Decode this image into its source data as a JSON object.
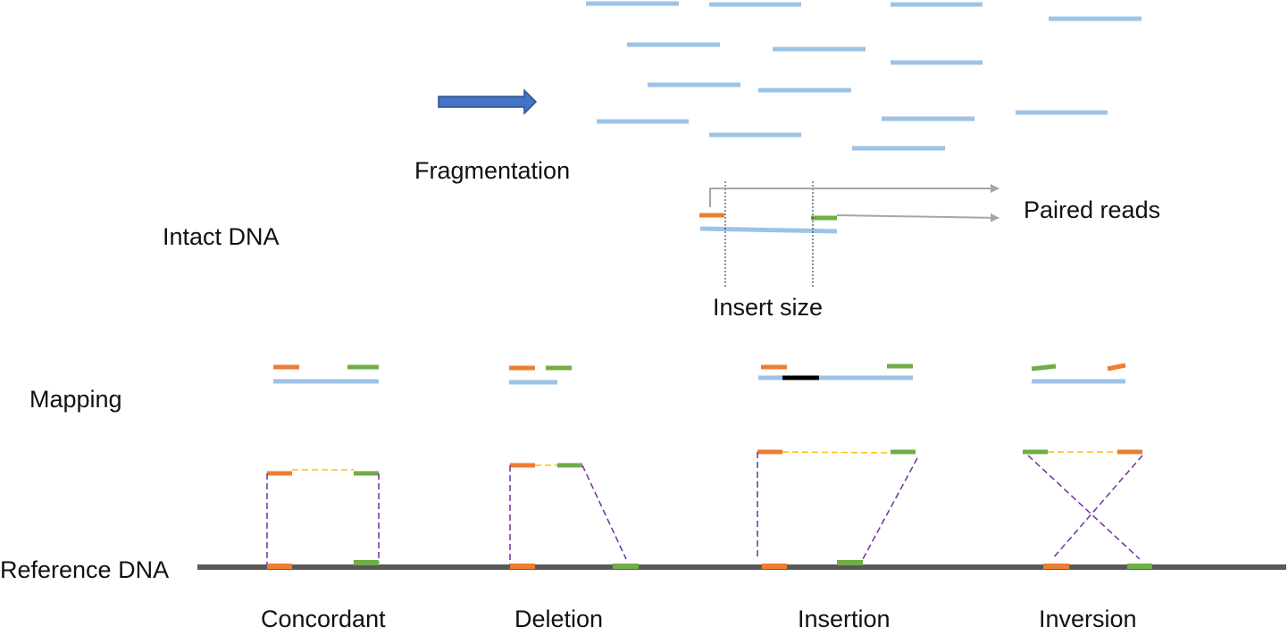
{
  "labels": {
    "intact_dna": "Intact DNA",
    "fragmentation": "Fragmentation",
    "paired_reads": "Paired reads",
    "insert_size": "Insert size",
    "mapping": "Mapping",
    "reference_dna": "Reference DNA"
  },
  "variants": [
    "Concordant",
    "Deletion",
    "Insertion",
    "Inversion"
  ],
  "colors": {
    "fragment": "#9dc3e6",
    "arrow_fill": "#4472c4",
    "arrow_stroke": "#2f528f",
    "read_left": "#ed7d31",
    "read_right": "#70ad47",
    "insertion": "#000000",
    "pair_link": "#ffc000",
    "map_link": "#7030a0",
    "reference": "#595959",
    "pointer": "#a6a6a6"
  }
}
